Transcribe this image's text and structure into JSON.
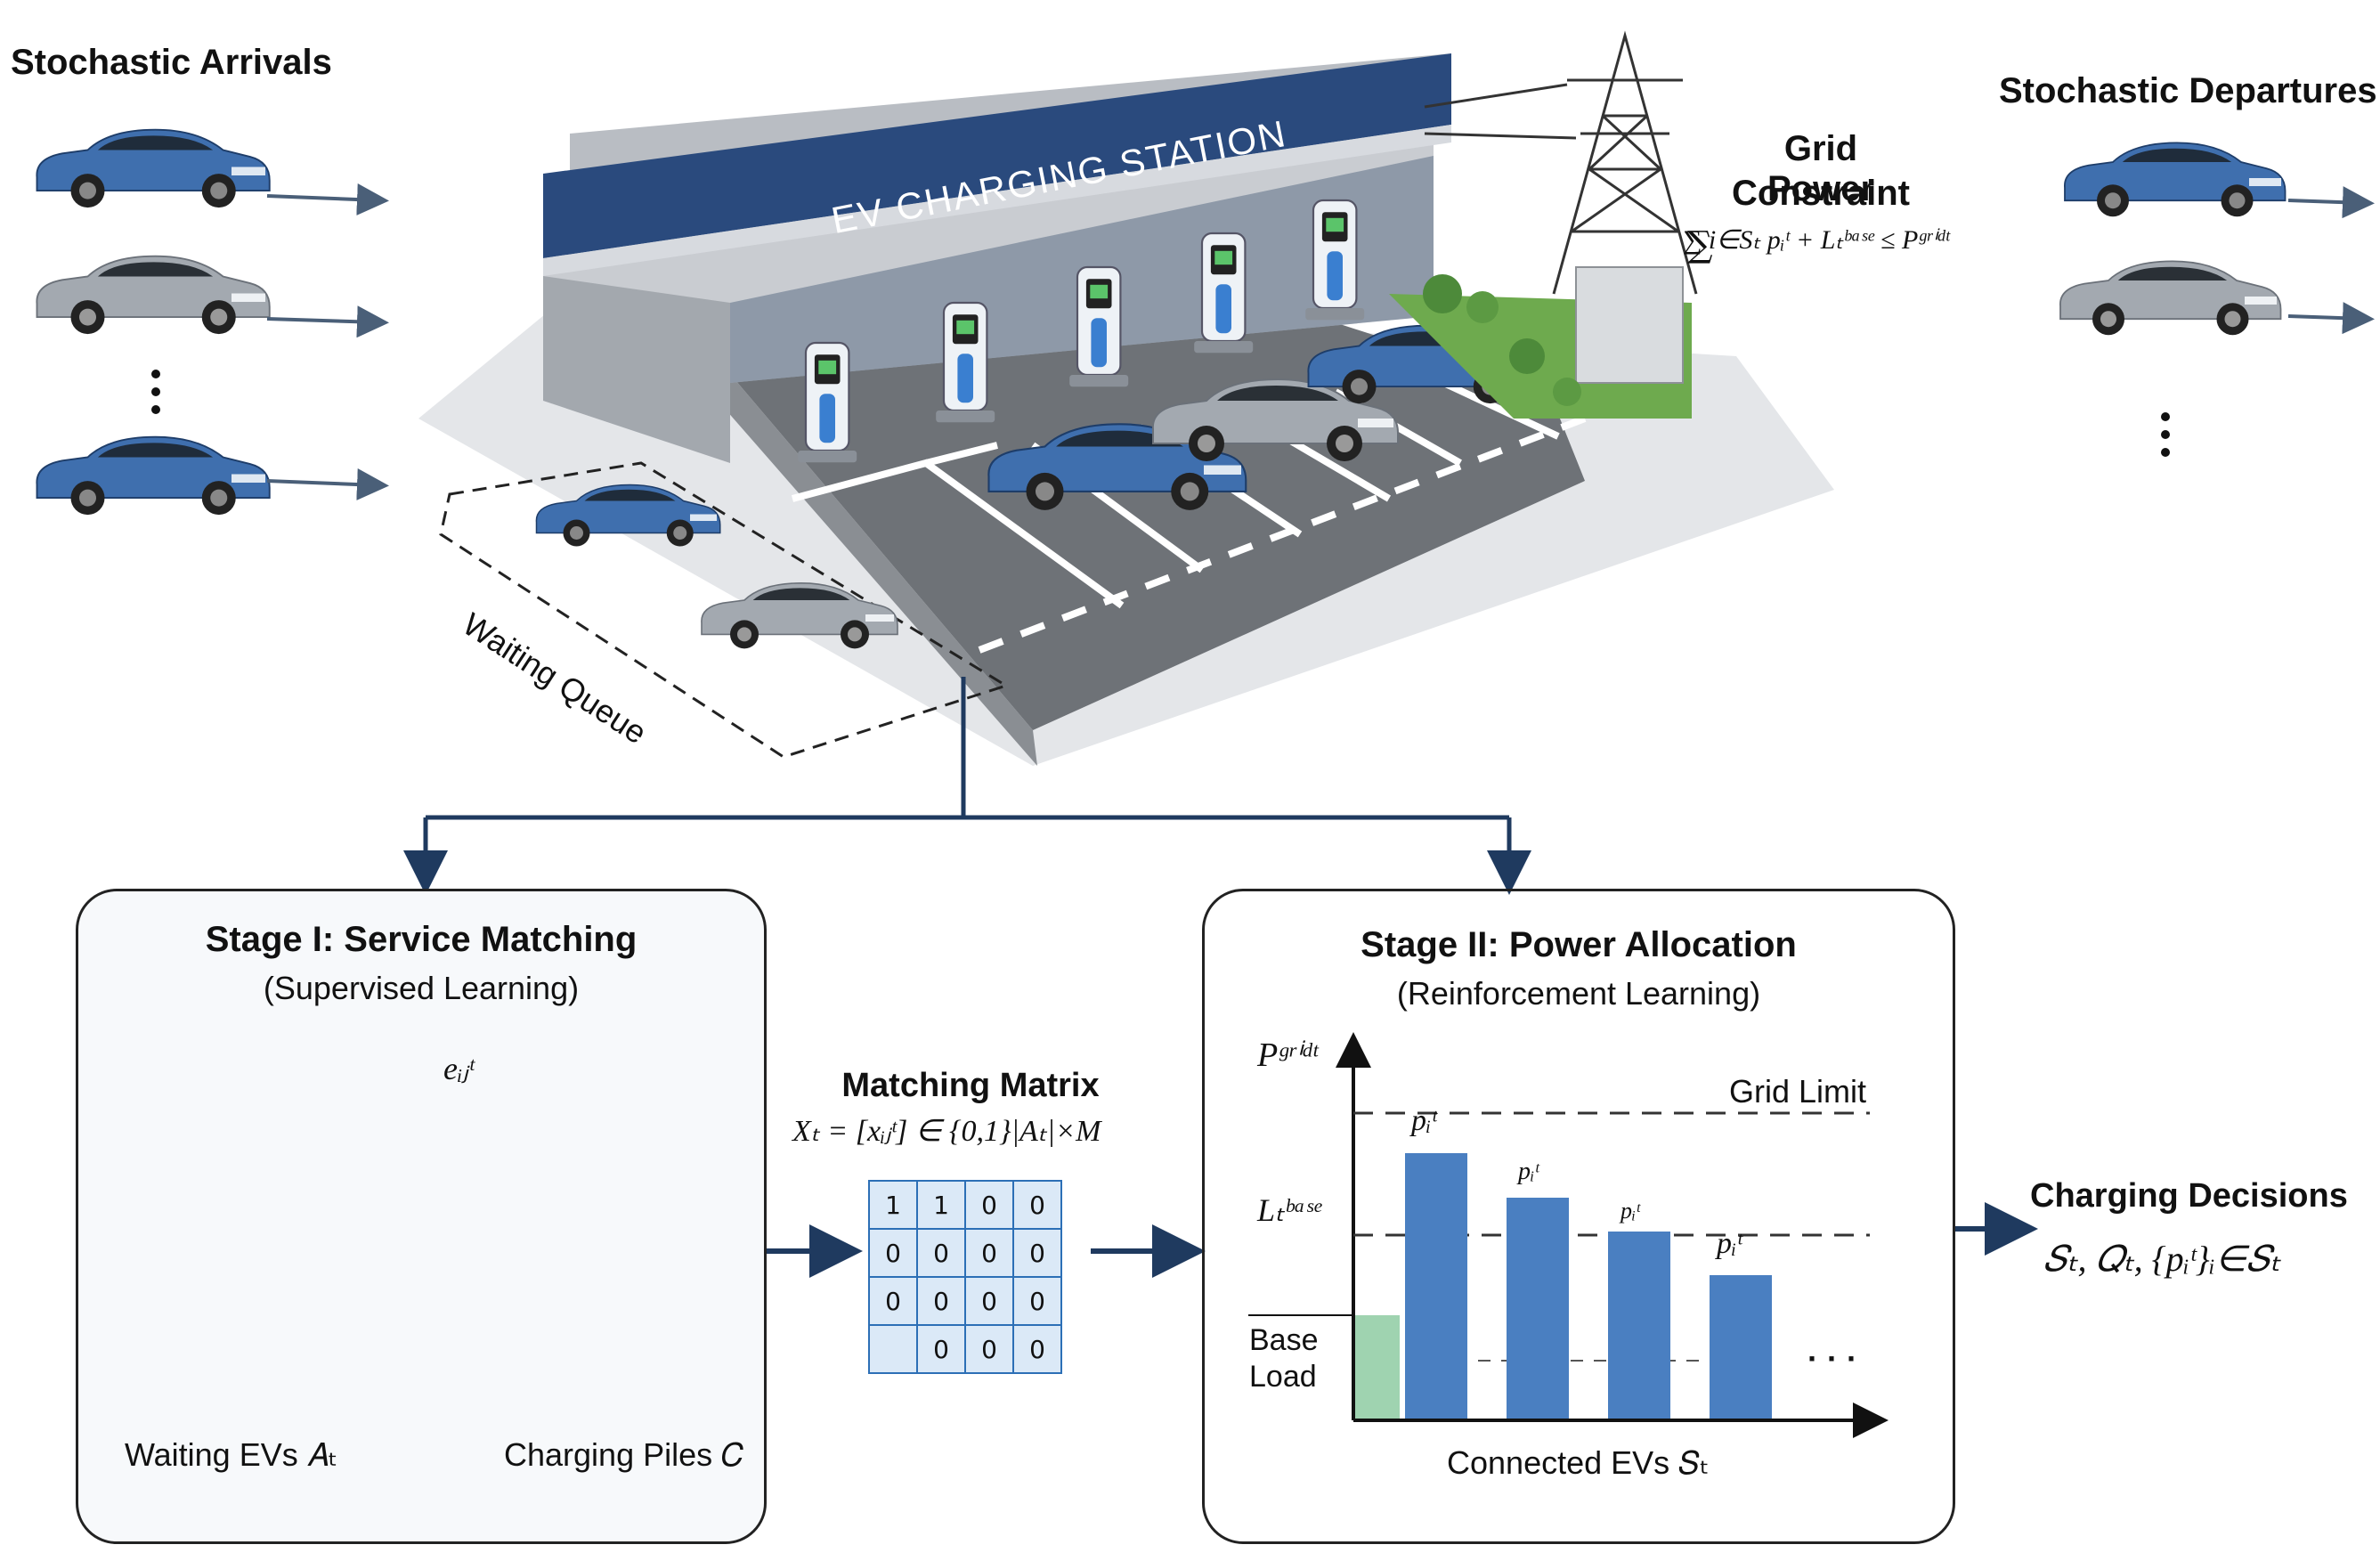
{
  "top": {
    "arrivals_title": "Stochastic Arrivals",
    "departures_title": "Stochastic Departures",
    "station_sign": "EV CHARGING STATION",
    "waiting_queue_label": "Waiting Queue",
    "grid_title_line1": "Grid Power",
    "grid_title_line2": "Constraint",
    "grid_formula": "∑ i∈Sₜ pᵢᵗ + Lₜᵇᵃˢᵉ ≤ Pᵍʳⁱᵈᵗ"
  },
  "stage1": {
    "title": "Stage I: Service Matching",
    "subtitle": "(Supervised Learning)",
    "edge_label": "eᵢⱼᵗ",
    "left_label": "Waiting EVs 𝐴ₜ",
    "right_label": "Charging Piles 𝐶"
  },
  "matrix": {
    "title": "Matching Matrix",
    "formula": "Xₜ = [xᵢⱼᵗ] ∈ {0,1}|Aₜ|×M",
    "rows": [
      [
        "1",
        "1",
        "0",
        "0"
      ],
      [
        "0",
        "0",
        "0",
        "0"
      ],
      [
        "0",
        "0",
        "0",
        "0"
      ],
      [
        "",
        "0",
        "0",
        "0"
      ]
    ]
  },
  "stage2": {
    "title": "Stage II: Power Allocation",
    "subtitle": "(Reinforcement Learning)",
    "y_label": "Pᵍʳⁱᵈᵗ",
    "grid_limit": "Grid Limit",
    "base_label": "Lₜᵇᵃˢᵉ",
    "base_load_line1": "Base",
    "base_load_line2": "Load",
    "x_label": "Connected EVs 𝑆ₜ",
    "bar_labels": [
      "pᵢᵗ",
      "pᵢᵗ",
      "pᵢᵗ",
      "pᵢᵗ"
    ],
    "ellipsis": "· · ·"
  },
  "output": {
    "title": "Charging Decisions",
    "formula": "𝑆ₜ, 𝑄ₜ, {pᵢᵗ}ᵢ∈𝑆ₜ"
  },
  "colors": {
    "car_blue": "#3f6fae",
    "car_silver": "#9ea4ab",
    "bar_blue": "#4a7fc1",
    "base_green": "#9fd3b0",
    "navy": "#1f3a5f",
    "sign_navy": "#2a4a7d"
  }
}
